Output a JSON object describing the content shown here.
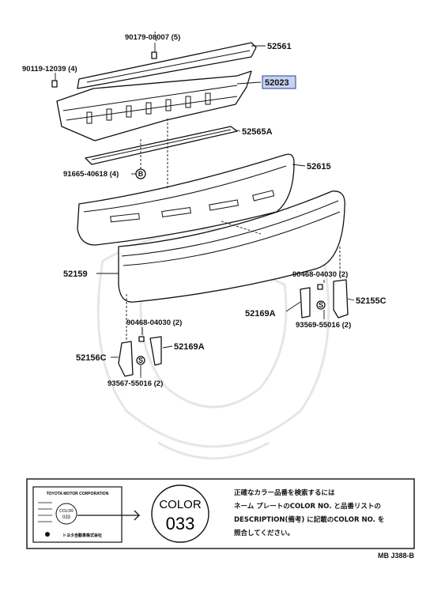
{
  "callouts": {
    "p52561": "52561",
    "p52023": "52023",
    "p90179": "90179-08007 (5)",
    "p90119": "90119-12039 (4)",
    "p52565A": "52565A",
    "p91665": "91665-40618 (4)",
    "p52615": "52615",
    "p52159": "52159",
    "p90468r": "90468-04030 (2)",
    "p52155C": "52155C",
    "p52169Ar": "52169A",
    "p93569": "93569-55016 (2)",
    "p90468l": "90468-04030 (2)",
    "p52169Al": "52169A",
    "p52156C": "52156C",
    "p93567": "93567-55016 (2)"
  },
  "highlight_color": "#c7d3f2",
  "note_box": {
    "color_circle_line1": "COLOR",
    "color_circle_line2": "033",
    "jp_line1": "正確なカラー品番を検索するには",
    "jp_line2": "ネーム プレートのCOLOR NO. と品番リストの",
    "jp_line3": "DESCRIPTION(備考) に記載のCOLOR NO. を",
    "jp_line4": "照合してください。",
    "plate_title": "TOYOTA MOTOR CORPORATION",
    "plate_footer": "トヨタ自動車株式会社",
    "plate_color": "COLOR",
    "plate_code": "033"
  },
  "reference": "MB J388-B",
  "icons": {
    "circled_b": "B",
    "circled_s": "S"
  }
}
